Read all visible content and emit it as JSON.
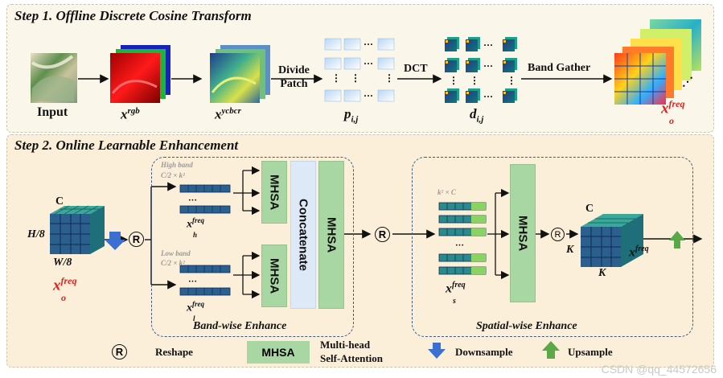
{
  "step1": {
    "title": "Step 1. Offline Discrete Cosine Transform",
    "input_label": "Input",
    "divide_patch": [
      "Divide",
      "Patch"
    ],
    "dct_label": "DCT",
    "band_gather_label": "Band Gather",
    "x_rgb": {
      "base": "x",
      "sup": "rgb"
    },
    "x_ycbcr": {
      "base": "x",
      "sup": "ycbcr"
    },
    "p_ij": {
      "base": "p",
      "sub": "i,j"
    },
    "d_ij": {
      "base": "d",
      "sub": "i,j"
    },
    "x_o_freq": {
      "base": "x",
      "sup": "freq",
      "sub": "o"
    }
  },
  "step2": {
    "title": "Step 2. Online Learnable Enhancement",
    "dim_c": "C",
    "dim_h": "H/8",
    "dim_w": "W/8",
    "x_o_freq": {
      "base": "x",
      "sup": "freq",
      "sub": "o"
    },
    "band_wise": {
      "high_band": "High band",
      "high_dims": "C/2 × k²",
      "low_band": "Low band",
      "low_dims": "C/2 × k²",
      "x_h": {
        "base": "x",
        "sup": "freq",
        "sub": "h"
      },
      "x_l": {
        "base": "x",
        "sup": "freq",
        "sub": "l"
      },
      "mhsa": "MHSA",
      "concatenate": "Concatenate",
      "caption": "Band-wise Enhance"
    },
    "spatial_wise": {
      "dims": "k² × C",
      "x_s": {
        "base": "x",
        "sup": "freq",
        "sub": "s"
      },
      "mhsa": "MHSA",
      "dim_c": "C",
      "dim_k": "K",
      "x_freq": {
        "base": "x",
        "sup": "freq"
      },
      "caption": "Spatial-wise Enhance"
    },
    "reshape_symbol": "R"
  },
  "legend": {
    "reshape_symbol": "R",
    "reshape": "Reshape",
    "mhsa": "MHSA",
    "mhsa_desc": [
      "Multi-head",
      "Self-Attention"
    ],
    "downsample": "Downsample",
    "upsample": "Upsample"
  },
  "colors": {
    "mhsa_green": "#a9d7a3",
    "concat_blue": "#dde9f7",
    "down_arrow": "#3b6fd1",
    "up_arrow": "#5aa848",
    "highlight_red": "#e0201e",
    "cube_teal": "#1f7a7a",
    "cube_navy": "#1a2f6b"
  },
  "watermark": "CSDN @qq_44572656"
}
